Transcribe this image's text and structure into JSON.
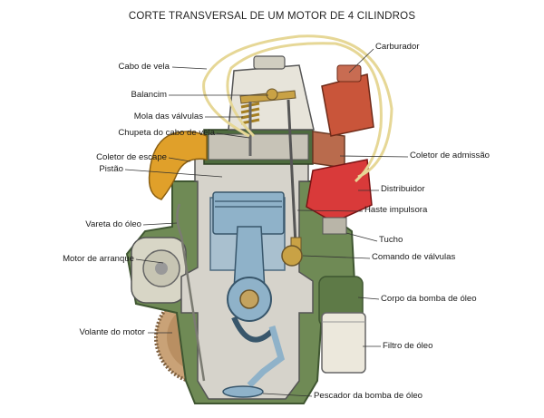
{
  "title": "CORTE TRANSVERSAL DE UM MOTOR DE 4 CILINDROS",
  "labels": {
    "cabo_de_vela": "Cabo de vela",
    "balancim": "Balancim",
    "mola_das_valvulas": "Mola das válvulas",
    "chupeta_do_cabo_de_vela": "Chupeta do cabo de vela",
    "coletor_de_escape": "Coletor de escape",
    "pistao": "Pistão",
    "vareta_do_oleo": "Vareta do óleo",
    "motor_de_arranque": "Motor de arranque",
    "volante_do_motor": "Volante do motor",
    "carburador": "Carburador",
    "coletor_de_admissao": "Coletor de admissão",
    "distribuidor": "Distribuidor",
    "haste_impulsora": "Haste impulsora",
    "tucho": "Tucho",
    "comando_de_valvulas": "Comando de válvulas",
    "corpo_da_bomba_de_oleo": "Corpo da bomba de óleo",
    "filtro_de_oleo": "Filtro de óleo",
    "pescador_da_bomba_de_oleo": "Pescador da bomba de óleo"
  },
  "colors": {
    "block_green": "#6f8a55",
    "block_dark": "#4e6b3e",
    "cutaway_gray": "#d6d3cb",
    "piston_blue": "#8fb2c9",
    "exhaust_orange": "#e0a02a",
    "carburetor_red": "#c9553a",
    "distributor_red": "#d93a3a",
    "cable_yellow": "#efe2a2",
    "flywheel_tan": "#c9a277"
  }
}
